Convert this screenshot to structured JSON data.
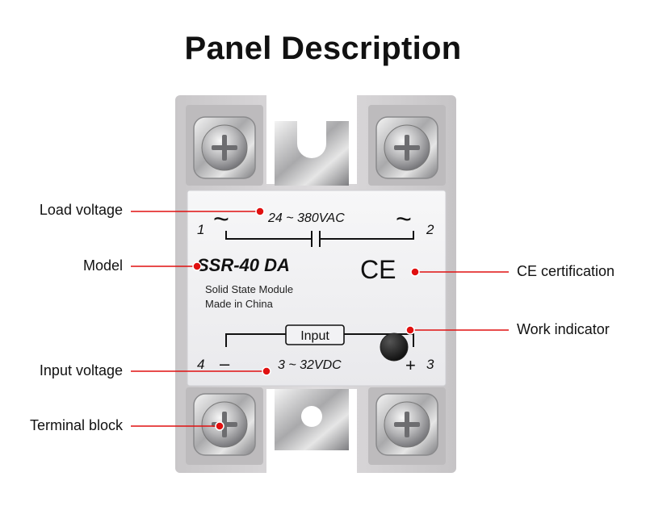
{
  "title": "Panel Description",
  "labels": {
    "load_voltage": "Load voltage",
    "model": "Model",
    "input_voltage": "Input voltage",
    "terminal_block": "Terminal block",
    "ce_certification": "CE certification",
    "work_indicator": "Work indicator"
  },
  "device": {
    "terminal_1": "1",
    "terminal_2": "2",
    "terminal_3": "3",
    "terminal_4": "4",
    "ac_symbol_left": "~",
    "ac_symbol_right": "~",
    "load_range": "24 ~ 380VAC",
    "model": "SSR-40 DA",
    "subtitle": "Solid State Module",
    "origin": "Made in China",
    "ce_mark": "CE",
    "input_tag": "Input",
    "minus": "–",
    "plus": "+",
    "input_range": "3 ~ 32VDC"
  },
  "colors": {
    "callout_red": "#e01010",
    "housing": "#d8d6d8",
    "label_plate": "#f2f2f4"
  }
}
